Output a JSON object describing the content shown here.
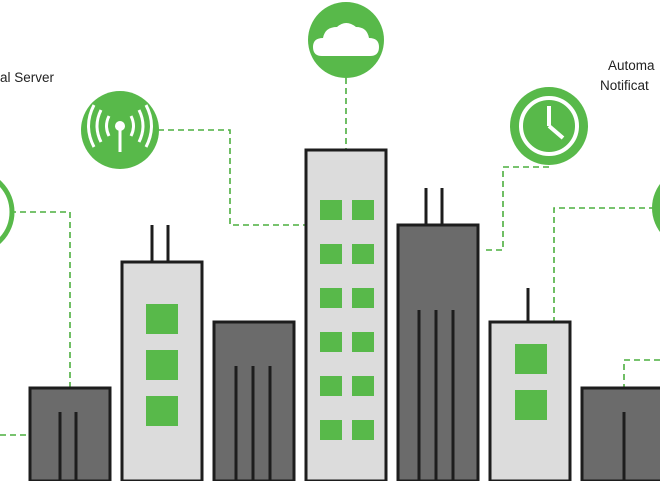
{
  "labels": {
    "server_label": "al Server",
    "automation_label_line1": "Automa",
    "automation_label_line2": "Notificat"
  },
  "icons": [
    "wifi-antenna-icon",
    "cloud-icon",
    "clock-icon",
    "partial-circle-icon"
  ],
  "colors": {
    "accent_green": "#58b94a",
    "building_light": "#dcdcdc",
    "building_dark": "#6b6b6b",
    "outline": "#1d1d1d"
  }
}
